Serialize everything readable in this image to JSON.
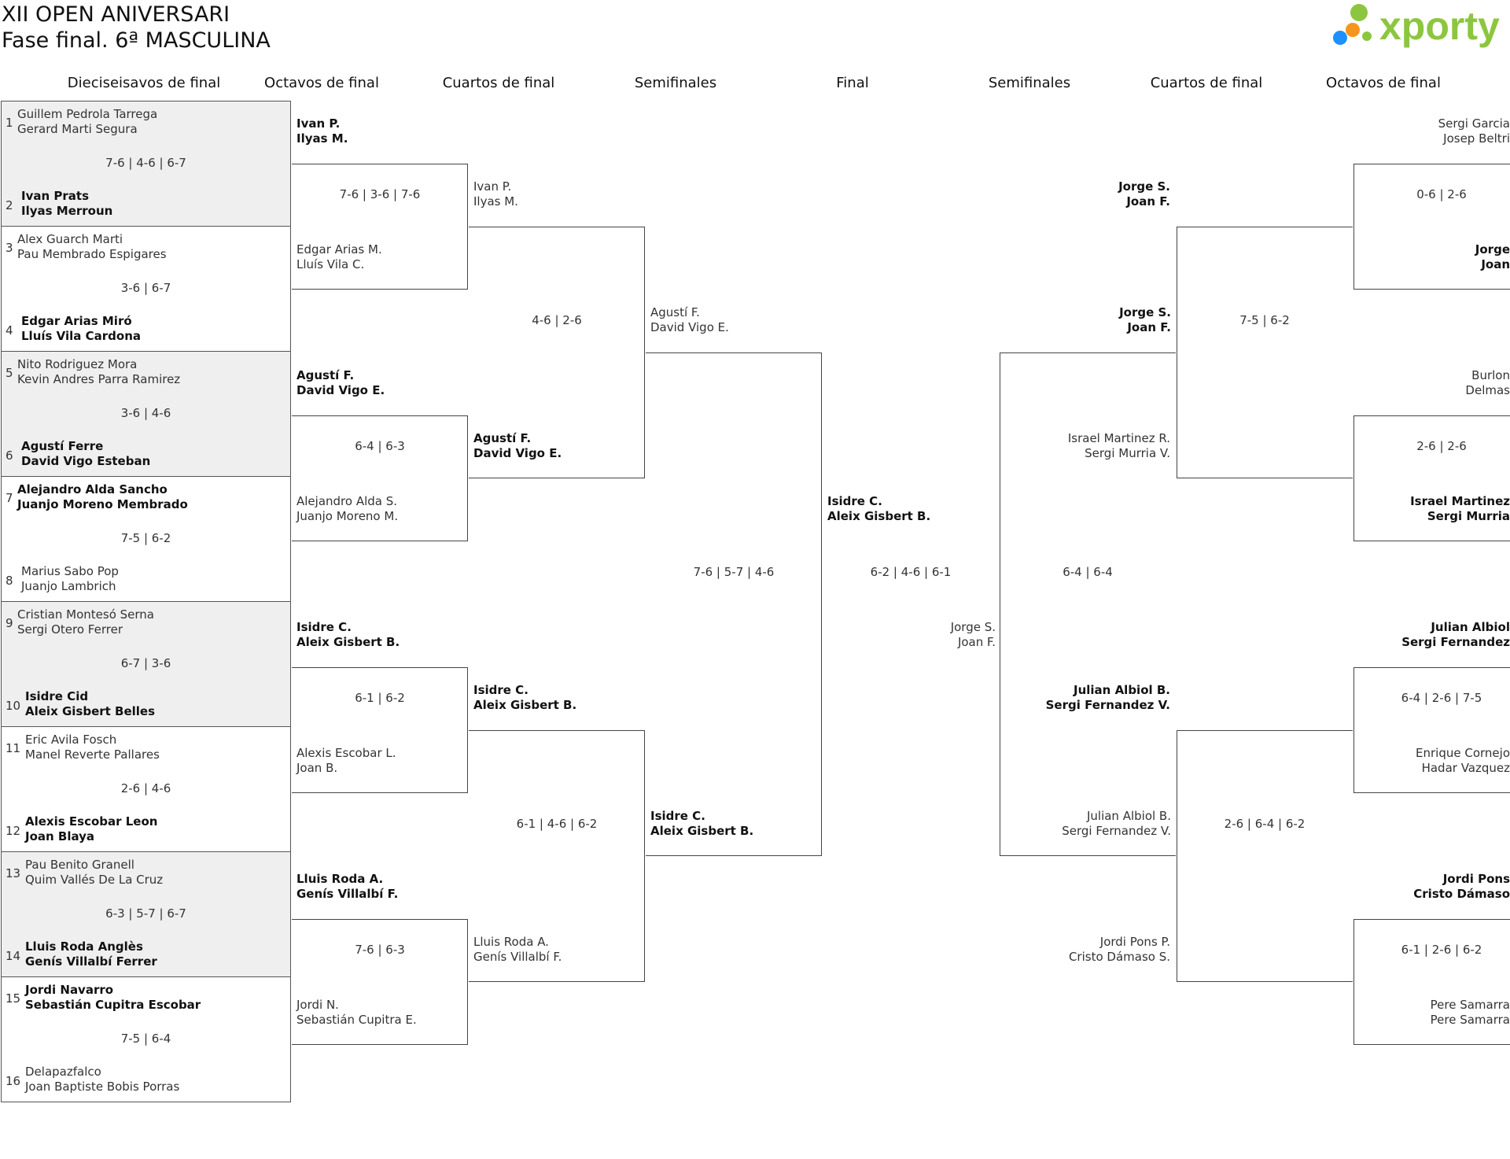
{
  "header": {
    "title_line1": "XII OPEN ANIVERSARI",
    "title_line2": "Fase final. 6ª MASCULINA",
    "logo_text": "xporty",
    "logo_colors": {
      "text": "#8cc63f",
      "dot_blue": "#1e90ff",
      "dot_orange": "#f7941d",
      "dot_green": "#8cc63f"
    }
  },
  "rounds": [
    "Dieciseisavos de final",
    "Octavos de final",
    "Cuartos de final",
    "Semifinales",
    "Final",
    "Semifinales",
    "Cuartos de final",
    "Octavos de final"
  ],
  "r32": [
    {
      "top": {
        "seed": "1",
        "p1": "Guillem Pedrola Tarrega",
        "p2": "Gerard Marti Segura"
      },
      "bot": {
        "seed": "2",
        "p1": "Ivan Prats",
        "p2": "Ilyas Merroun"
      },
      "score": "7-6 | 4-6 | 6-7",
      "winner": "bot"
    },
    {
      "top": {
        "seed": "3",
        "p1": "Alex Guarch Marti",
        "p2": "Pau Membrado Espigares"
      },
      "bot": {
        "seed": "4",
        "p1": "Edgar Arias Miró",
        "p2": "Lluís Vila Cardona"
      },
      "score": "3-6 | 6-7",
      "winner": "bot"
    },
    {
      "top": {
        "seed": "5",
        "p1": "Nito Rodriguez Mora",
        "p2": "Kevin Andres Parra Ramirez"
      },
      "bot": {
        "seed": "6",
        "p1": "Agustí Ferre",
        "p2": "David Vigo Esteban"
      },
      "score": "3-6 | 4-6",
      "winner": "bot"
    },
    {
      "top": {
        "seed": "7",
        "p1": "Alejandro Alda Sancho",
        "p2": "Juanjo Moreno Membrado"
      },
      "bot": {
        "seed": "8",
        "p1": "Marius Sabo Pop",
        "p2": "Juanjo Lambrich"
      },
      "score": "7-5 | 6-2",
      "winner": "top"
    },
    {
      "top": {
        "seed": "9",
        "p1": "Cristian Montesó Serna",
        "p2": "Sergi Otero Ferrer"
      },
      "bot": {
        "seed": "10",
        "p1": "Isidre Cid",
        "p2": "Aleix Gisbert Belles"
      },
      "score": "6-7 | 3-6",
      "winner": "bot"
    },
    {
      "top": {
        "seed": "11",
        "p1": "Eric Avila Fosch",
        "p2": "Manel Reverte Pallares"
      },
      "bot": {
        "seed": "12",
        "p1": "Alexis Escobar Leon",
        "p2": "Joan Blaya"
      },
      "score": "2-6 | 4-6",
      "winner": "bot"
    },
    {
      "top": {
        "seed": "13",
        "p1": "Pau Benito Granell",
        "p2": "Quim Vallés De La Cruz"
      },
      "bot": {
        "seed": "14",
        "p1": "Lluis Roda Anglès",
        "p2": "Genís Villalbí Ferrer"
      },
      "score": "6-3 | 5-7 | 6-7",
      "winner": "bot"
    },
    {
      "top": {
        "seed": "15",
        "p1": "Jordi Navarro",
        "p2": "Sebastián Cupitra Escobar"
      },
      "bot": {
        "seed": "16",
        "p1": "Delapazfalco",
        "p2": "Joan Baptiste Bobis Porras"
      },
      "score": "7-5 | 6-4",
      "winner": "top"
    }
  ],
  "left_r16": [
    {
      "top": {
        "p1": "Ivan P.",
        "p2": "Ilyas M."
      },
      "bot": {
        "p1": "Edgar Arias M.",
        "p2": "Lluís Vila C."
      },
      "score": "7-6 | 3-6 | 7-6",
      "winner": "top"
    },
    {
      "top": {
        "p1": "Agustí F.",
        "p2": "David Vigo E."
      },
      "bot": {
        "p1": "Alejandro Alda S.",
        "p2": "Juanjo Moreno M."
      },
      "score": "6-4 | 6-3",
      "winner": "top"
    },
    {
      "top": {
        "p1": "Isidre C.",
        "p2": "Aleix Gisbert B."
      },
      "bot": {
        "p1": "Alexis Escobar L.",
        "p2": "Joan B."
      },
      "score": "6-1 | 6-2",
      "winner": "top"
    },
    {
      "top": {
        "p1": "Lluis Roda A.",
        "p2": "Genís Villalbí F."
      },
      "bot": {
        "p1": "Jordi N.",
        "p2": "Sebastián Cupitra E."
      },
      "score": "7-6 | 6-3",
      "winner": "top"
    }
  ],
  "left_qf": [
    {
      "top": {
        "p1": "Ivan P.",
        "p2": "Ilyas M."
      },
      "bot": {
        "p1": "Agustí F.",
        "p2": "David Vigo E."
      },
      "score": "4-6 | 2-6",
      "winner": "bot"
    },
    {
      "top": {
        "p1": "Isidre C.",
        "p2": "Aleix Gisbert B."
      },
      "bot": {
        "p1": "Lluis Roda A.",
        "p2": "Genís Villalbí F."
      },
      "score": "6-1 | 4-6 | 6-2",
      "winner": "top"
    }
  ],
  "left_sf": {
    "top": {
      "p1": "Agustí F.",
      "p2": "David Vigo E."
    },
    "bot": {
      "p1": "Isidre C.",
      "p2": "Aleix Gisbert B."
    },
    "score": "7-6 | 5-7 | 4-6",
    "winner": "bot"
  },
  "final": {
    "top": {
      "p1": "Isidre C.",
      "p2": "Aleix Gisbert B."
    },
    "bot": {
      "p1": "Jorge S.",
      "p2": "Joan F."
    },
    "score": "6-2 | 4-6 | 6-1",
    "winner": "top"
  },
  "right_sf": {
    "top": {
      "p1": "Jorge S.",
      "p2": "Joan F."
    },
    "bot": {
      "p1": "Julian Albiol B.",
      "p2": "Sergi Fernandez V."
    },
    "score": "6-4 | 6-4",
    "winner": "top"
  },
  "right_qf": [
    {
      "top": {
        "p1": "Jorge S.",
        "p2": "Joan F."
      },
      "bot": {
        "p1": "Israel Martinez R.",
        "p2": "Sergi Murria V."
      },
      "score": "7-5 | 6-2",
      "winner": "top"
    },
    {
      "top": {
        "p1": "Julian Albiol B.",
        "p2": "Sergi Fernandez V."
      },
      "bot": {
        "p1": "Jordi Pons P.",
        "p2": "Cristo Dámaso S."
      },
      "score": "2-6 | 6-4 | 6-2",
      "winner": "top"
    }
  ],
  "right_r16": [
    {
      "top": {
        "p1": "Sergi Garcia",
        "p2": "Josep Beltri"
      },
      "bot": {
        "p1": "Jorge",
        "p2": "Joan"
      },
      "score": "0-6 | 2-6",
      "winner": "bot"
    },
    {
      "top": {
        "p1": "Burlon",
        "p2": "Delmas"
      },
      "bot": {
        "p1": "Israel Martinez",
        "p2": "Sergi Murria"
      },
      "score": "2-6 | 2-6",
      "winner": "bot"
    },
    {
      "top": {
        "p1": "Julian Albiol",
        "p2": "Sergi Fernandez"
      },
      "bot": {
        "p1": "Enrique Cornejo",
        "p2": "Hadar Vazquez"
      },
      "score": "6-4 | 2-6 | 7-5",
      "winner": "top"
    },
    {
      "top": {
        "p1": "Jordi Pons",
        "p2": "Cristo Dámaso"
      },
      "bot": {
        "p1": "Pere Samarra",
        "p2": "Pere Samarra"
      },
      "score": "6-1 | 2-6 | 6-2",
      "winner": "top"
    }
  ]
}
